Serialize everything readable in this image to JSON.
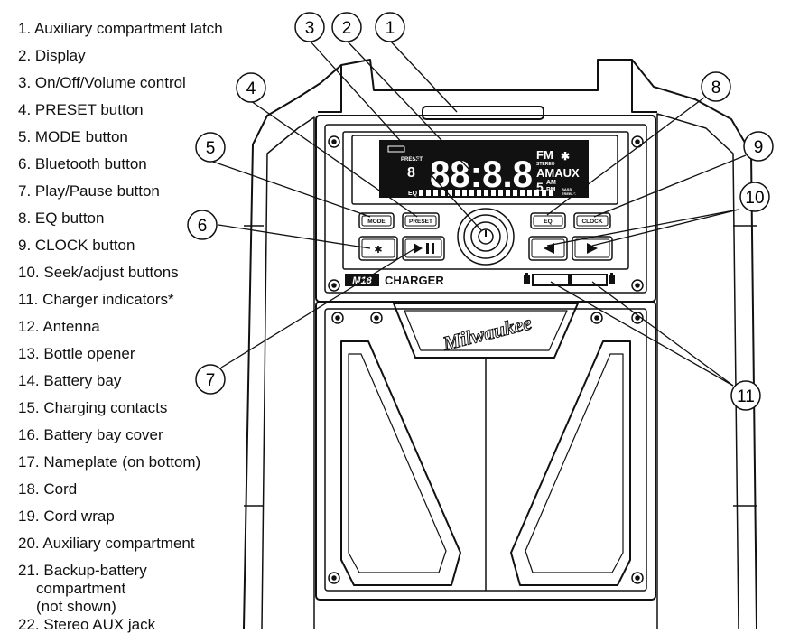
{
  "legend": {
    "items": [
      {
        "label": "1. Auxiliary compartment latch"
      },
      {
        "label": "2. Display"
      },
      {
        "label": "3. On/Off/Volume control"
      },
      {
        "label": "4. PRESET button"
      },
      {
        "label": "5. MODE button"
      },
      {
        "label": "6. Bluetooth button"
      },
      {
        "label": "7. Play/Pause button"
      },
      {
        "label": "8. EQ button"
      },
      {
        "label": "9. CLOCK button"
      },
      {
        "label": "10.  Seek/adjust buttons"
      },
      {
        "label": "11. Charger indicators*"
      },
      {
        "label": "12. Antenna"
      },
      {
        "label": "13. Bottle opener"
      },
      {
        "label": "14. Battery bay"
      },
      {
        "label": "15. Charging contacts"
      },
      {
        "label": "16. Battery bay cover"
      },
      {
        "label": "17. Nameplate (on bottom)"
      },
      {
        "label": "18. Cord"
      },
      {
        "label": "19. Cord wrap"
      },
      {
        "label": "20. Auxiliary compartment"
      },
      {
        "label": "21. Backup-battery",
        "lines": [
          "compartment",
          "(not shown)"
        ]
      },
      {
        "label": "22. Stereo AUX jack"
      }
    ]
  },
  "callouts": [
    "1",
    "2",
    "3",
    "4",
    "5",
    "6",
    "7",
    "8",
    "9",
    "10",
    "11"
  ],
  "device": {
    "display": {
      "digits": "88:8.8",
      "preset_label": "PRESET",
      "preset_digit": "8",
      "fm": "FM",
      "stereo": "STEREO",
      "am_aux": "AMAUX",
      "am": "AM",
      "pm": "PM",
      "small_digit": "5",
      "eq": "EQ",
      "bass": "BASS",
      "treble": "TREBLE"
    },
    "buttons": {
      "mode": "MODE",
      "preset": "PRESET",
      "eq": "EQ",
      "clock": "CLOCK"
    },
    "badge": "M18",
    "charger_label": "CHARGER",
    "brand": "Milwaukee"
  }
}
